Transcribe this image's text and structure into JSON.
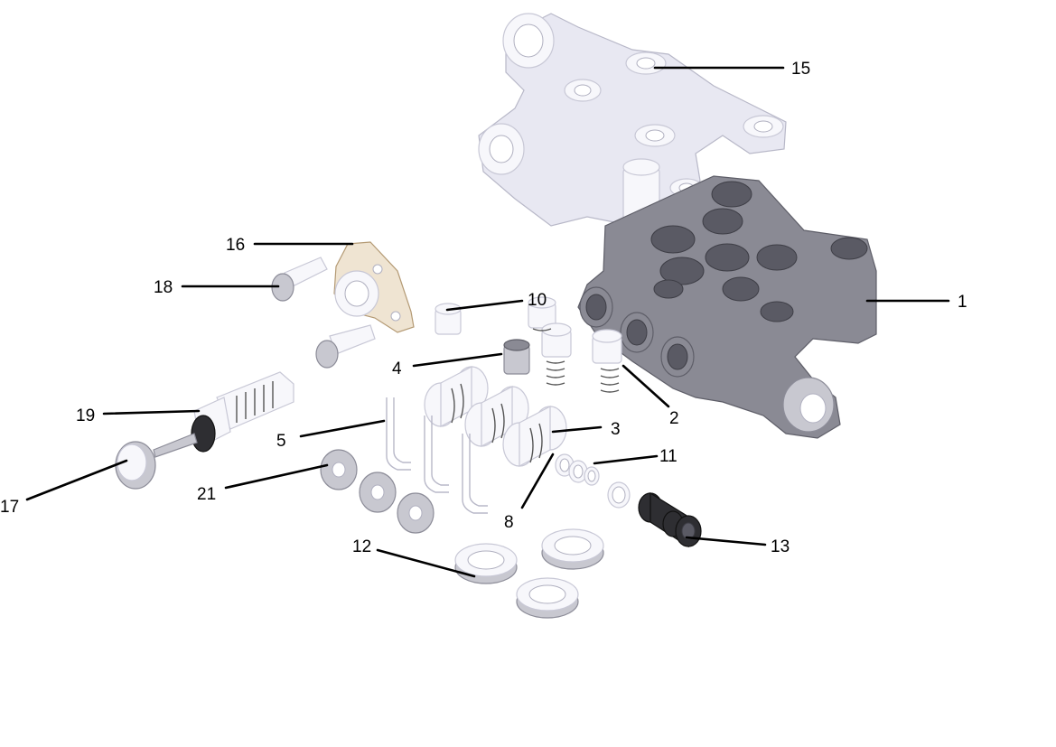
{
  "callouts": {
    "c1": "1",
    "c2": "2",
    "c3": "3",
    "c4": "4",
    "c5": "5",
    "c8": "8",
    "c10": "10",
    "c11": "11",
    "c12": "12",
    "c13": "13",
    "c15": "15",
    "c16": "16",
    "c17": "17",
    "c18": "18",
    "c19": "19",
    "c21": "21"
  },
  "colors": {
    "pump_head": "#8a8a94",
    "manifold": "#e8e8f2",
    "bracket": "#efe4d2",
    "gasket": "#2e2e32"
  }
}
